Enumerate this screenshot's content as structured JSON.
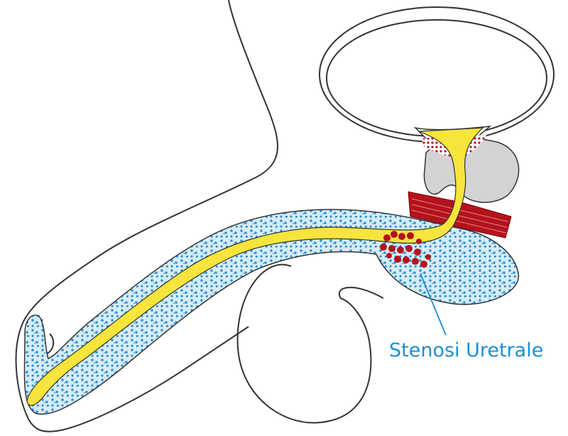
{
  "annotation": {
    "label": "Stenosi Uretrale"
  },
  "colors": {
    "outline": "#333333",
    "urethra": "#f7e43c",
    "spongy_tissue": "#d6ecf7",
    "spongy_dots": "#2a8fd4",
    "stenosis": "#b5121b",
    "prostate": "#d3d3d3",
    "label": "#1c8fd6"
  },
  "structures": [
    "body-outline",
    "bladder",
    "prostate",
    "urethral-sphincter",
    "corpus-spongiosum",
    "urethra",
    "scrotum",
    "stenosis"
  ]
}
